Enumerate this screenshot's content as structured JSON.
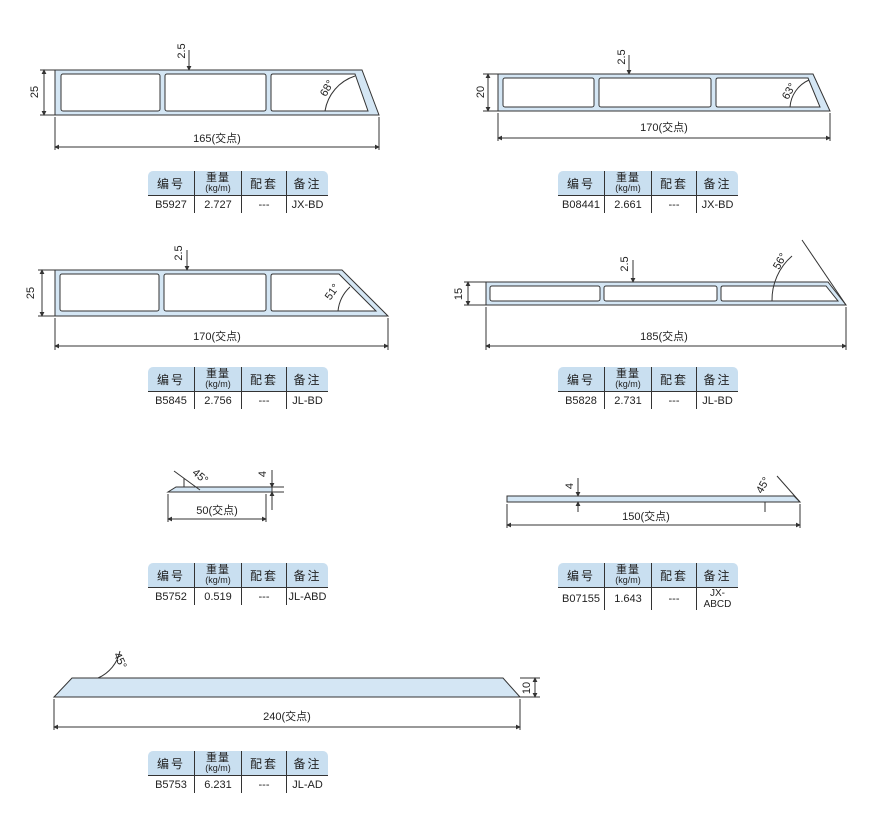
{
  "header": {
    "code": "编号",
    "weight": "重量",
    "weight_unit": "(kg/m)",
    "fitting": "配套",
    "remark": "备注"
  },
  "profiles": [
    {
      "dims": {
        "width": "165(交点)",
        "height": "25",
        "wall": "2.5",
        "angle": "68°"
      },
      "spec": {
        "code": "B5927",
        "weight": "2.727",
        "fitting": "---",
        "remark": "JX-BD"
      }
    },
    {
      "dims": {
        "width": "170(交点)",
        "height": "20",
        "wall": "2.5",
        "angle": "63°"
      },
      "spec": {
        "code": "B08441",
        "weight": "2.661",
        "fitting": "---",
        "remark": "JX-BD"
      }
    },
    {
      "dims": {
        "width": "170(交点)",
        "height": "25",
        "wall": "2.5",
        "angle": "51°"
      },
      "spec": {
        "code": "B5845",
        "weight": "2.756",
        "fitting": "---",
        "remark": "JL-BD"
      }
    },
    {
      "dims": {
        "width": "185(交点)",
        "height": "15",
        "wall": "2.5",
        "angle": "56°"
      },
      "spec": {
        "code": "B5828",
        "weight": "2.731",
        "fitting": "---",
        "remark": "JL-BD"
      }
    },
    {
      "dims": {
        "width": "50(交点)",
        "height": "4",
        "angle": "45°"
      },
      "spec": {
        "code": "B5752",
        "weight": "0.519",
        "fitting": "---",
        "remark": "JL-ABD"
      }
    },
    {
      "dims": {
        "width": "150(交点)",
        "height": "4",
        "angle": "45°"
      },
      "spec": {
        "code": "B07155",
        "weight": "1.643",
        "fitting": "---",
        "remark": "JX-ABCD"
      }
    },
    {
      "dims": {
        "width": "240(交点)",
        "height": "10",
        "angle": "45°"
      },
      "spec": {
        "code": "B5753",
        "weight": "6.231",
        "fitting": "---",
        "remark": "JL-AD"
      }
    }
  ],
  "colors": {
    "profile_fill": "#d4e6f4",
    "profile_stroke": "#333333",
    "header_fill": "#c9dff0"
  }
}
